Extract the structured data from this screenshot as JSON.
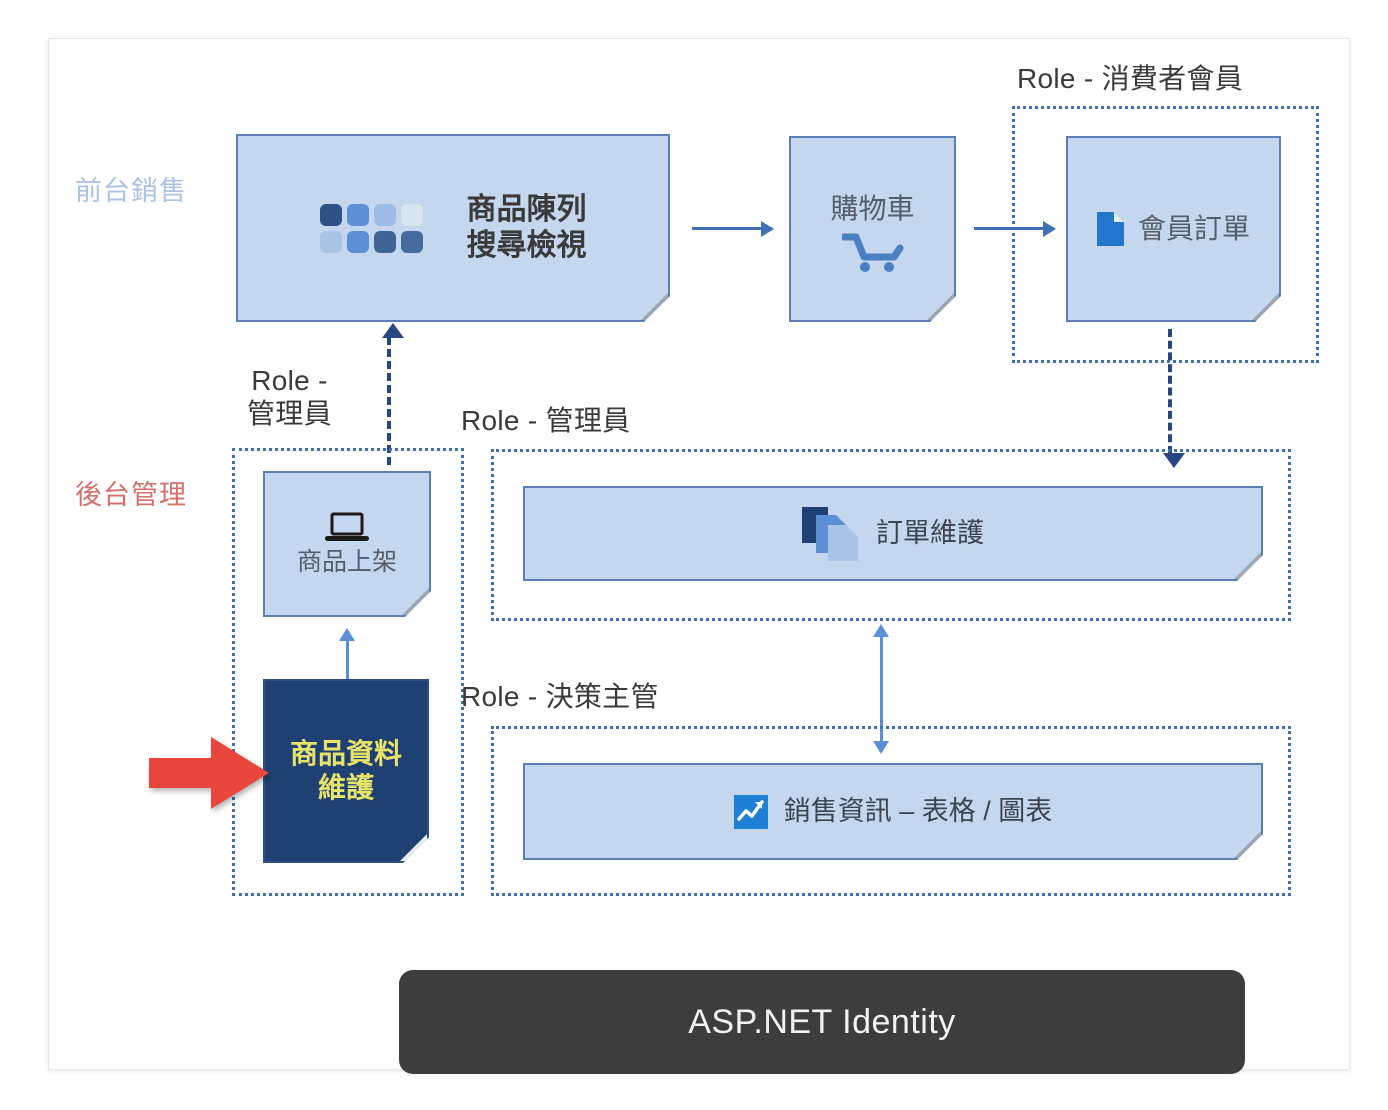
{
  "diagram": {
    "title": "ASP.NET Identity role-based e-commerce architecture",
    "side_labels": {
      "frontend": "前台銷售",
      "backend": "後台管理"
    },
    "role_captions": {
      "consumer_member": "Role - 消費者會員",
      "admin_left": "Role -\n管理員",
      "admin_right": "Role - 管理員",
      "decision_manager": "Role - 決策主管"
    },
    "nodes": {
      "product_display": {
        "label": "商品陳列\n搜尋檢視",
        "icon": "grid-squares-icon"
      },
      "shopping_cart": {
        "label": "購物車",
        "icon": "shopping-cart-icon"
      },
      "member_order": {
        "label": "會員訂單",
        "icon": "page-icon"
      },
      "product_listing": {
        "label": "商品上架",
        "icon": "laptop-icon"
      },
      "product_data_maintenance": {
        "label": "商品資料\n維護",
        "icon": "none"
      },
      "order_maintenance": {
        "label": "訂單維護",
        "icon": "document-stack-icon"
      },
      "sales_info": {
        "label": "銷售資訊 – 表格 / 圖表",
        "icon": "line-chart-icon"
      }
    },
    "identity_bar": {
      "label": "ASP.NET Identity"
    },
    "colors": {
      "box_fill": "#c5d7ef",
      "box_border": "#5b7fb4",
      "dark_box_fill": "#1f4073",
      "highlight_text": "#e8e36a",
      "role_border": "#3f6fb5",
      "arrow_blue": "#3f6fb5",
      "callout_red": "#e8453c",
      "identity_bar_bg": "#3d3d3d",
      "frontend_label": "#aac2e6",
      "backend_label": "#d4706a"
    },
    "grid_icon_shades": [
      "#2c5186",
      "#5b8fd6",
      "#9dbde6",
      "#d8e3f0",
      "#a8c5e8",
      "#5b8fd6",
      "#3f6496",
      "#456a9e"
    ]
  }
}
